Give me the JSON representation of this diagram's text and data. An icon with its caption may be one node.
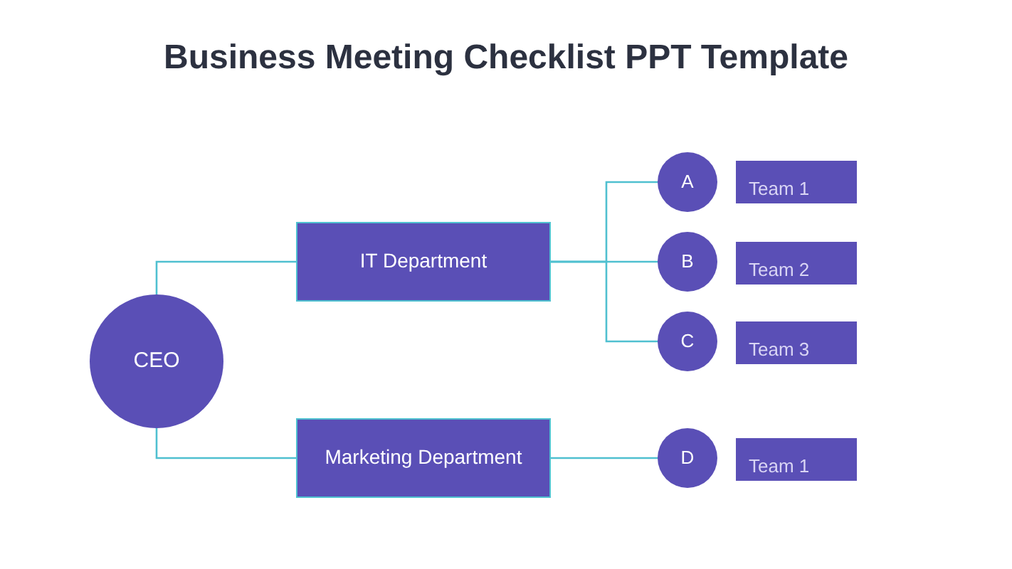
{
  "diagram": {
    "title": "Business Meeting Checklist PPT Template",
    "nodes": [
      {
        "text": [
          "CEO"
        ]
      },
      {
        "text": [
          "IT Department"
        ]
      },
      {
        "text": [
          "Marketing Department"
        ]
      },
      {
        "text": [
          "A"
        ]
      },
      {
        "text": [
          "Team 1"
        ]
      },
      {
        "text": [
          "B"
        ]
      },
      {
        "text": [
          "Team 2"
        ]
      },
      {
        "text": [
          "C"
        ]
      },
      {
        "text": [
          "Team 3"
        ]
      },
      {
        "text": [
          "D"
        ]
      },
      {
        "text": [
          "Team 1"
        ]
      }
    ],
    "edges": [
      {
        "from": 0,
        "to": 1,
        "arrow": "none"
      },
      {
        "from": 0,
        "to": 2,
        "arrow": "none"
      },
      {
        "from": 1,
        "to": 3,
        "arrow": "none"
      },
      {
        "from": 1,
        "to": 5,
        "arrow": "none"
      },
      {
        "from": 1,
        "to": 7,
        "arrow": "none"
      },
      {
        "from": 2,
        "to": 9,
        "arrow": "none"
      }
    ]
  }
}
